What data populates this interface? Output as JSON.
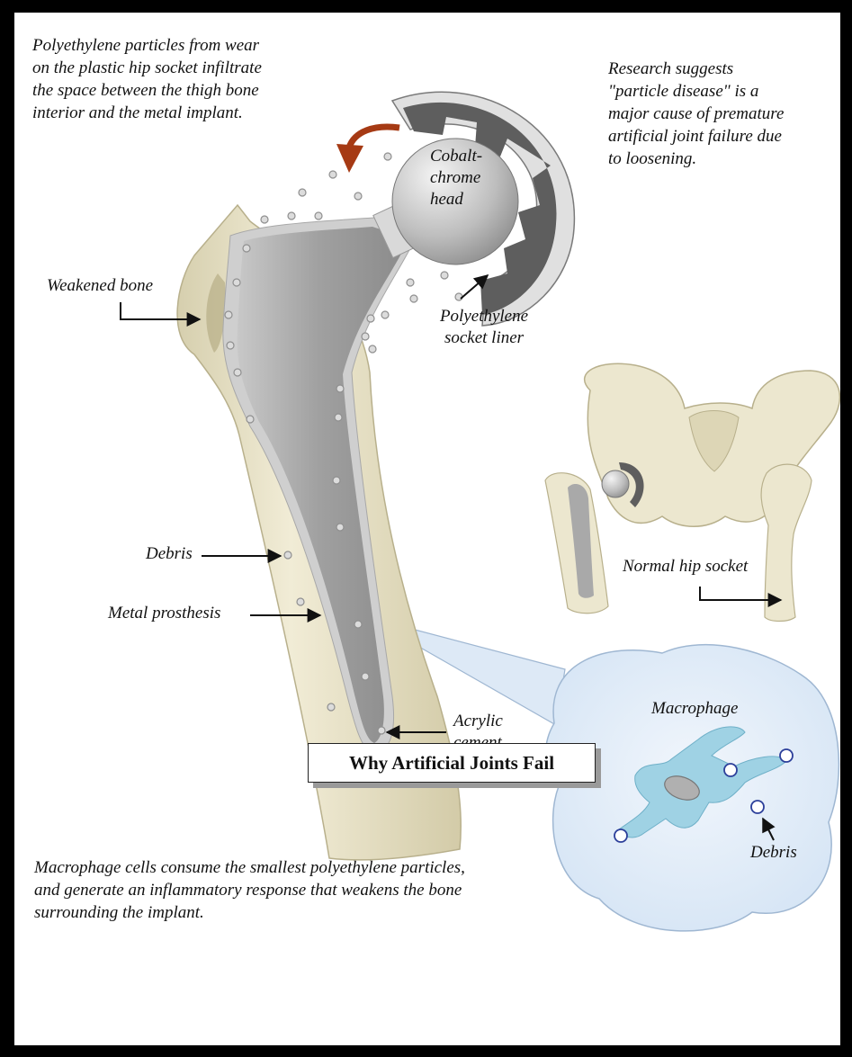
{
  "captions": {
    "top_left": "Polyethylene particles from wear\non the plastic hip socket infiltrate\nthe space between the thigh bone\ninterior and the metal implant.",
    "top_right": "Research suggests\n\"particle disease\" is a\nmajor cause of premature\nartificial joint failure due\nto loosening.",
    "bottom": "Macrophage cells consume the smallest polyethylene particles,\nand generate an inflammatory response that weakens the bone\nsurrounding the implant."
  },
  "labels": {
    "head": "Cobalt-\nchrome\nhead",
    "socket_liner": "Polyethylene\nsocket liner",
    "weakened_bone": "Weakened bone",
    "debris": "Debris",
    "metal_prosthesis": "Metal prosthesis",
    "acrylic_cement": "Acrylic\ncement",
    "normal_hip_socket": "Normal hip socket",
    "macrophage": "Macrophage",
    "debris_inset": "Debris"
  },
  "title": "Why Artificial Joints Fail",
  "colors": {
    "bone": "#ece7cf",
    "bone_dark": "#c9c29f",
    "metal": "#a9a9a9",
    "cement": "#cfcfcf",
    "socket": "#5e5e5e",
    "arrow_red": "#a63a14",
    "bubble": "#e0ecf8",
    "macrophage": "#9fd2e4"
  }
}
